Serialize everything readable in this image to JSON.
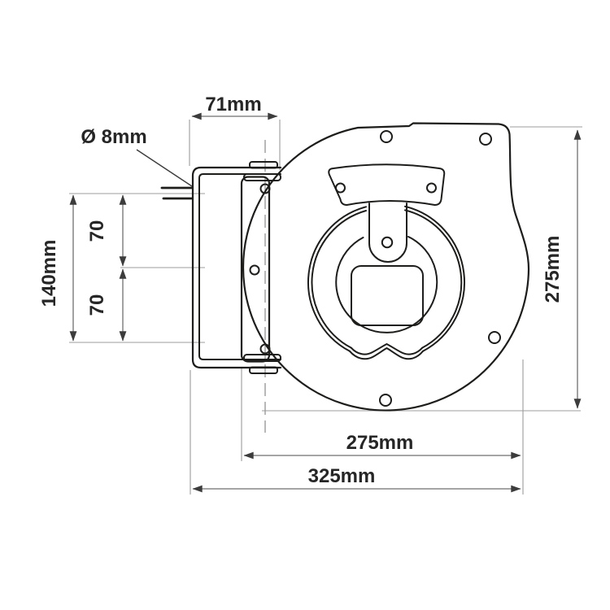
{
  "drawing": {
    "type": "technical-dimension-drawing",
    "subject": "wall-mounted hose reel side view with mounting bracket"
  },
  "dimensions": {
    "bracket_depth": "71mm",
    "pin_diameter": "Ø 8mm",
    "hole_spacing_upper": "70",
    "hole_spacing_lower": "70",
    "bracket_height": "140mm",
    "body_height": "275mm",
    "body_width": "275mm",
    "overall_width": "325mm"
  },
  "colors": {
    "outline": "#1d1d1b",
    "dimension_line": "#6f6f6f",
    "extension_line": "#9c9c9c",
    "label_text": "#262626",
    "background": "#ffffff"
  }
}
